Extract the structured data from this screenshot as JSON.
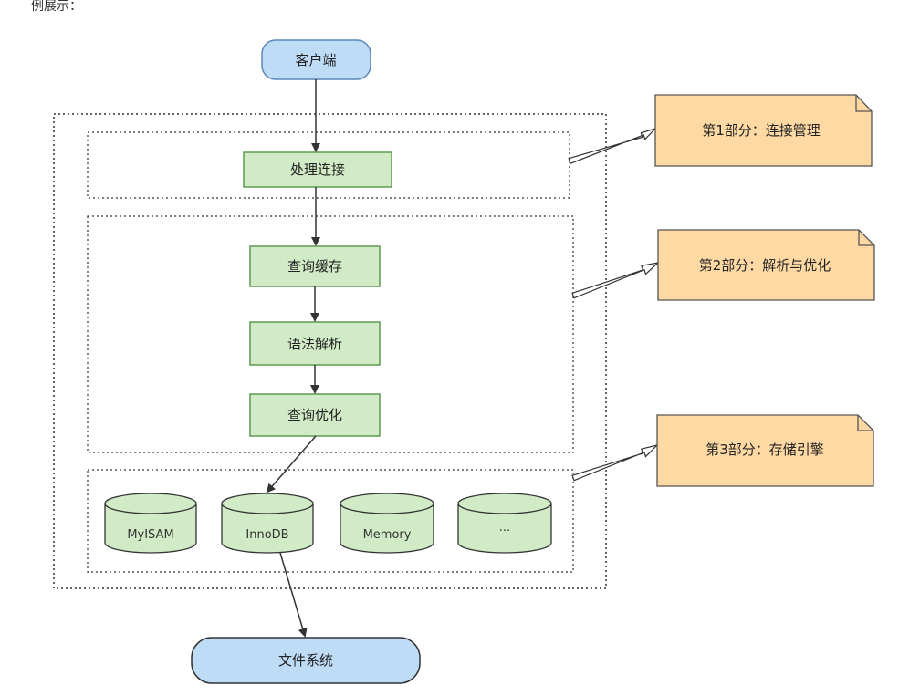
{
  "caption": "例展示：",
  "nodes": {
    "client": "客户端",
    "connection": "处理连接",
    "query_cache": "查询缓存",
    "syntax_parse": "语法解析",
    "query_optimize": "查询优化",
    "filesystem": "文件系统"
  },
  "engines": [
    "MyISAM",
    "InnoDB",
    "Memory",
    "···"
  ],
  "notes": {
    "part1": "第1部分：连接管理",
    "part2": "第2部分：解析与优化",
    "part3": "第3部分：存储引擎"
  },
  "colors": {
    "client_fill": "#bfdcf7",
    "client_stroke": "#5a86b8",
    "process_fill": "#d1ebc7",
    "process_stroke": "#5f9a52",
    "note_fill": "#ffd9a3",
    "note_stroke": "#555555",
    "line": "#333333"
  }
}
